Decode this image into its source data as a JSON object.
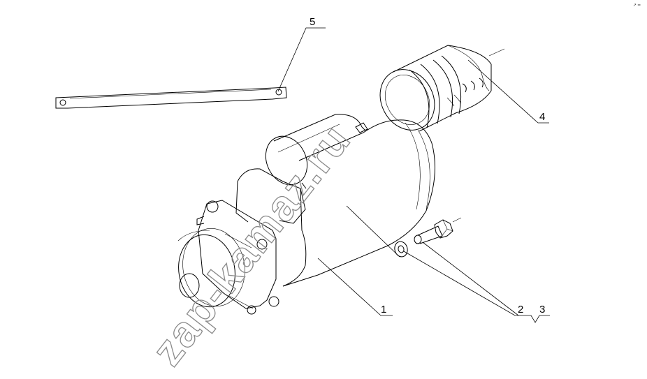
{
  "diagram": {
    "callouts": {
      "starter": "1",
      "washer": "2",
      "bolt": "3",
      "protective_cover": "4",
      "strap": "5"
    },
    "corner_mark": "↗ ═",
    "watermark": "zap-kamaz.ru"
  }
}
